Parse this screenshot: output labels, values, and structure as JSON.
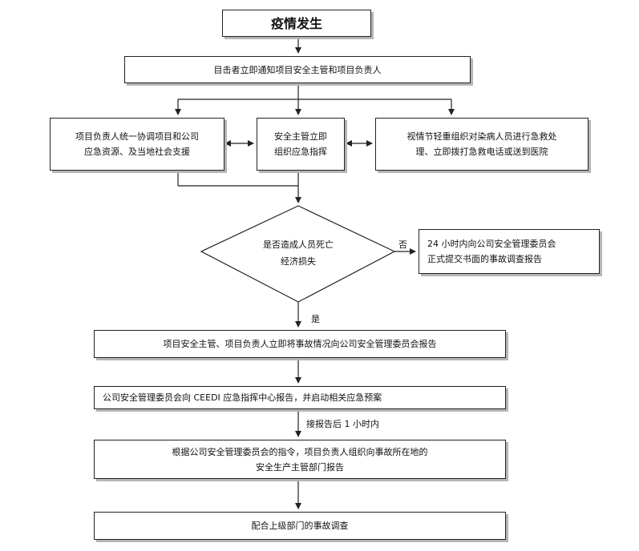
{
  "flow": {
    "start": "疫情发生",
    "notify": "目击者立即通知项目安全主管和项目负责人",
    "coordinate": "项目负责人统一协调项目和公司\n应急资源、及当地社会支援",
    "command": "安全主管立即\n组织应急指挥",
    "rescue": "视情节轻重组织对染病人员进行急救处\n理、立即拨打急救电话或送到医院",
    "decision": "是否造成人员死亡\n经济损失",
    "no_label": "否",
    "yes_label": "是",
    "no_branch": "24 小时内向公司安全管理委员会\n正式提交书面的事故调查报告",
    "report_committee": "项目安全主管、项目负责人立即将事故情况向公司安全管理委员会报告",
    "report_ceedi": "公司安全管理委员会向 CEEDI 应急指挥中心报告，并启动相关应急预案",
    "time_label": "接报告后 1 小时内",
    "report_local": "根据公司安全管理委员会的指令，项目负责人组织向事故所在地的\n安全生产主管部门报告",
    "cooperate": "配合上级部门的事故调查"
  }
}
